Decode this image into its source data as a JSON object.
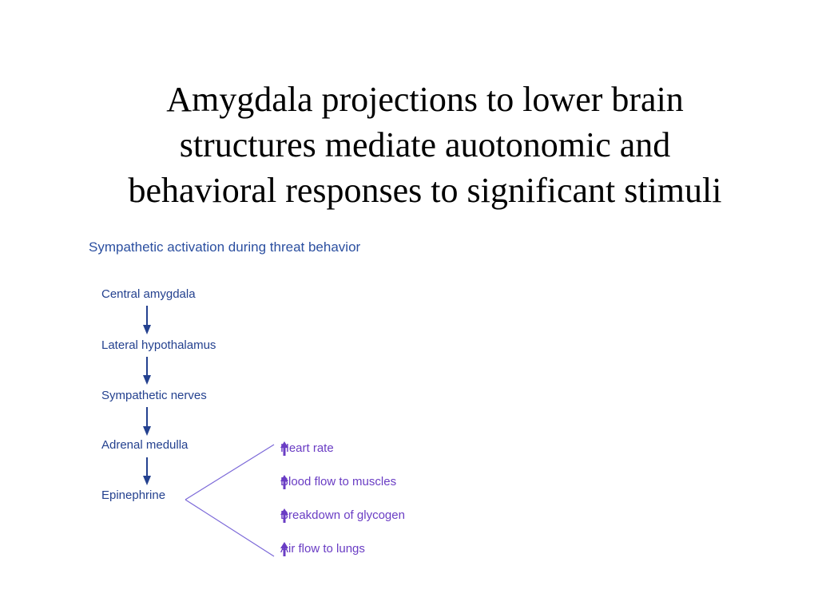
{
  "slide": {
    "title_lines": [
      "Amygdala projections to lower brain",
      "structures mediate auotonomic and",
      "behavioral responses to significant stimuli"
    ]
  },
  "diagram": {
    "heading": "Sympathetic activation during threat behavior",
    "chain": [
      "Central amygdala",
      "Lateral hypothalamus",
      "Sympathetic nerves",
      "Adrenal medulla",
      "Epinephrine"
    ],
    "effects": [
      "Heart rate",
      "Blood flow to muscles",
      "Breakdown of glycogen",
      "Air flow to lungs"
    ],
    "colors": {
      "heading": "#2b4fa0",
      "chain_text": "#24418f",
      "chain_arrow": "#24418f",
      "effect_text": "#6a3dc4",
      "effect_arrow": "#6a3dc4",
      "branch_lines": "#7b68d8"
    }
  }
}
